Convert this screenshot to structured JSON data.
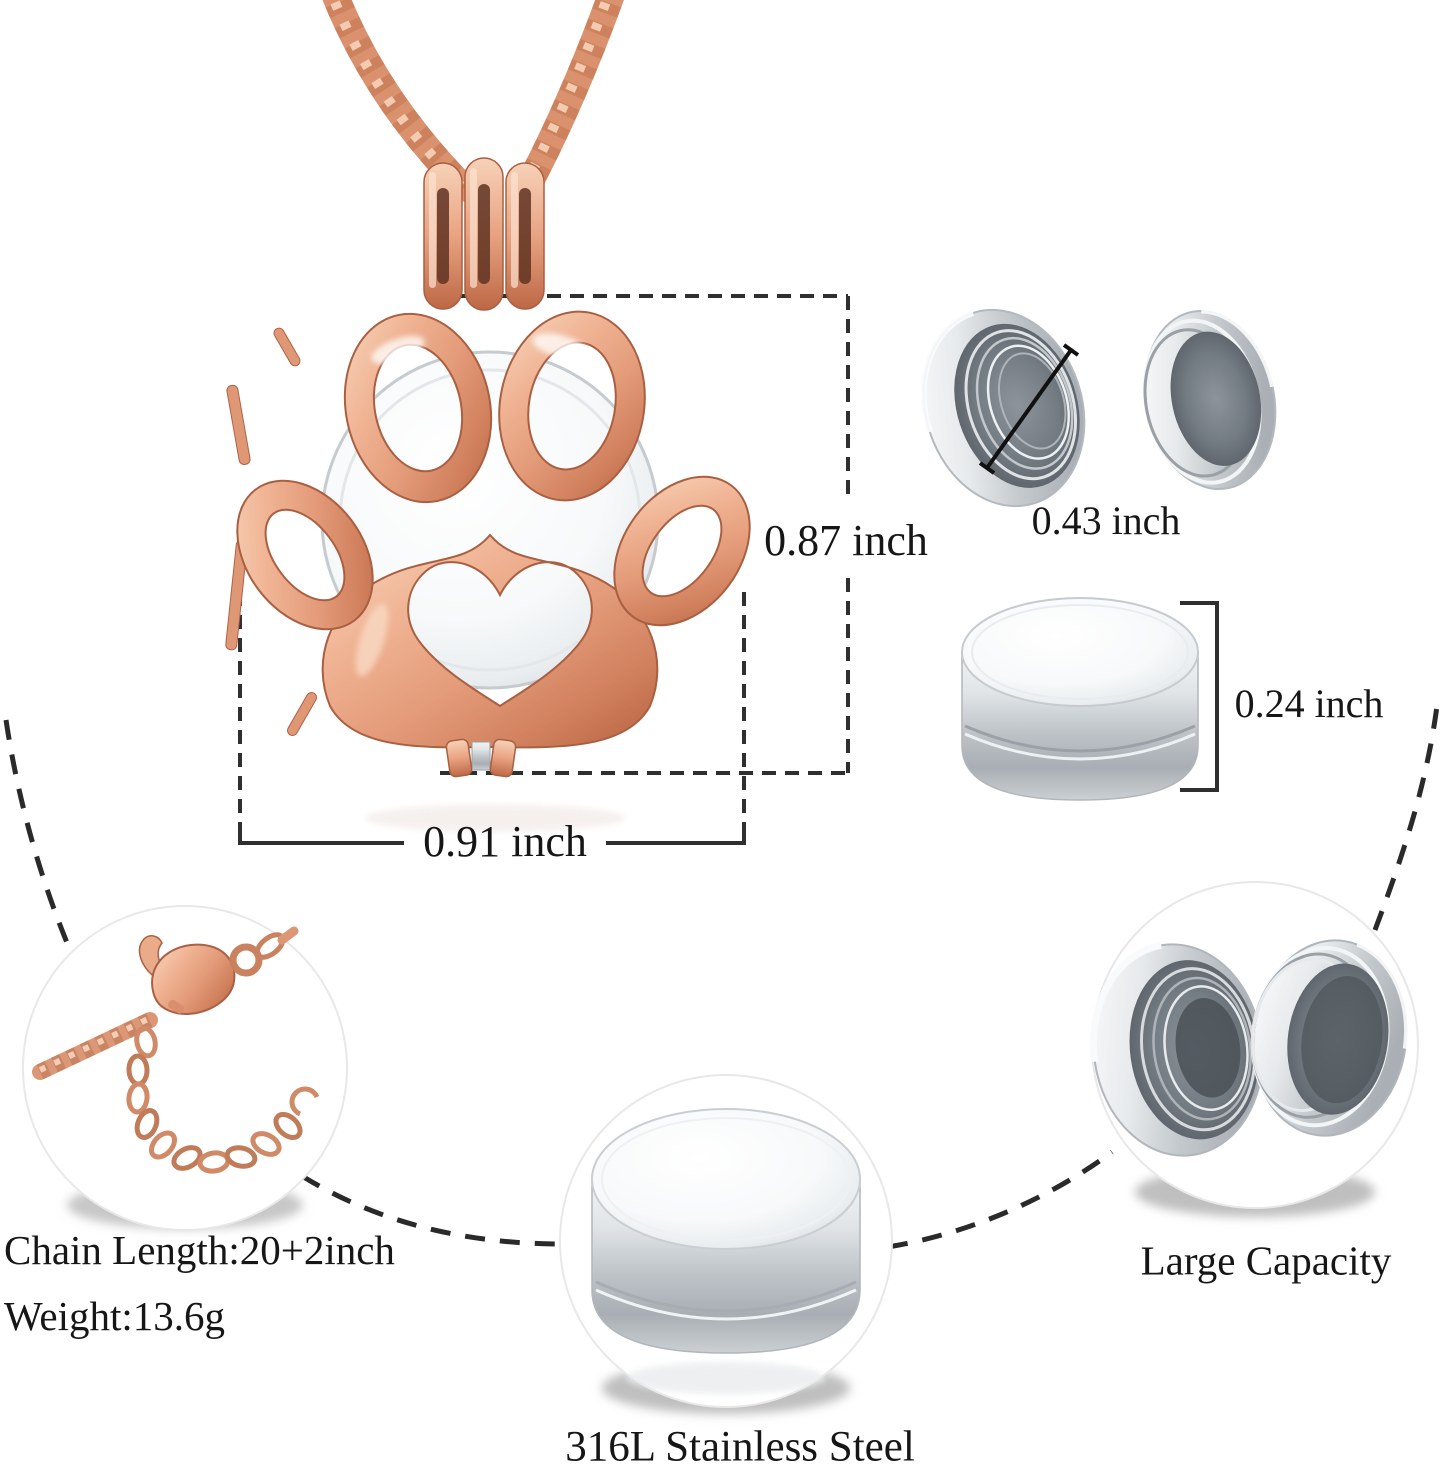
{
  "labels": {
    "pendant_height": "0.87 inch",
    "pendant_width": "0.91 inch",
    "container_diameter": "0.43 inch",
    "container_height": "0.24 inch",
    "chain_length": "Chain Length:20+2inch",
    "weight": "Weight:13.6g",
    "capacity": "Large Capacity",
    "material": "316L Stainless Steel"
  },
  "objects": [
    "rose-gold-box-chain-necklace",
    "rose-gold-paw-print-locket-with-heart-cutout",
    "stainless-steel-threaded-container-open-small",
    "stainless-steel-container-closed-small",
    "stainless-steel-container-closed-large",
    "stainless-steel-threaded-container-open-large",
    "rose-gold-lobster-clasp-with-extension-chain"
  ],
  "colors": {
    "rose_gold": "#e49c7a",
    "rose_gold_light": "#f8d8c0",
    "rose_gold_dark": "#b4613f",
    "silver": "#d6dadd",
    "silver_dark": "#9aa0a6",
    "text": "#161616",
    "dimension_line": "#2f2f2f",
    "background": "#ffffff"
  }
}
